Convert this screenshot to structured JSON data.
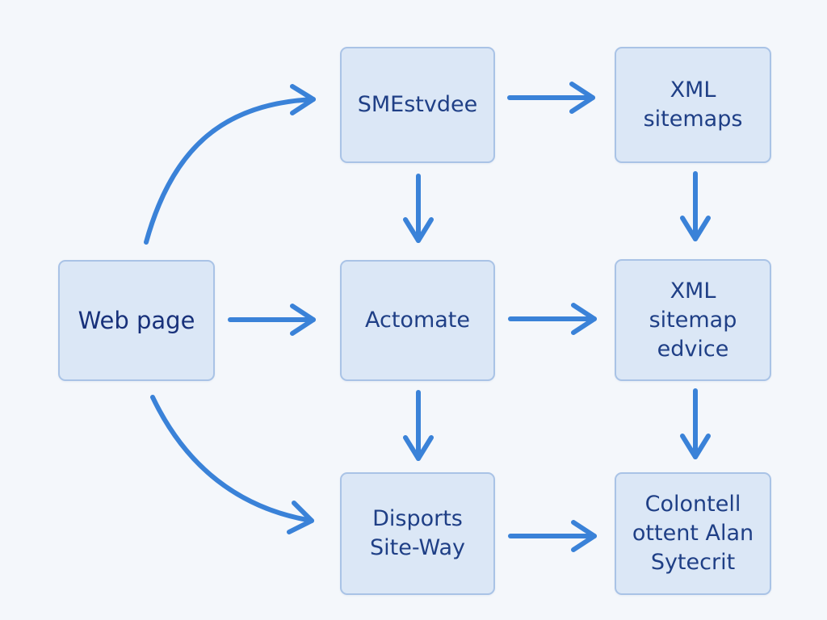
{
  "diagram": {
    "colors": {
      "arrow": "#3a82d8",
      "node_fill": "#dbe7f6",
      "node_border": "#a9c3e6",
      "text": "#1f3f86",
      "background": "#f4f7fb"
    },
    "nodes": {
      "smestvdee": {
        "label": "SMEstvdee"
      },
      "xml_sitemaps": {
        "label": "XML\nsitemaps"
      },
      "web_page": {
        "label": "Web page"
      },
      "actomate": {
        "label": "Actomate"
      },
      "xml_sitemap_edvice": {
        "label": "XML\nsitemap\nedvice"
      },
      "disports": {
        "label": "Disports\nSite-Way"
      },
      "colontell": {
        "label": "Colontell\nottent Alan\nSytecrit"
      }
    },
    "edges": [
      {
        "from": "web_page",
        "to": "smestvdee"
      },
      {
        "from": "web_page",
        "to": "actomate"
      },
      {
        "from": "web_page",
        "to": "disports"
      },
      {
        "from": "smestvdee",
        "to": "xml_sitemaps"
      },
      {
        "from": "smestvdee",
        "to": "actomate"
      },
      {
        "from": "xml_sitemaps",
        "to": "xml_sitemap_edvice"
      },
      {
        "from": "actomate",
        "to": "xml_sitemap_edvice"
      },
      {
        "from": "actomate",
        "to": "disports"
      },
      {
        "from": "xml_sitemap_edvice",
        "to": "colontell"
      },
      {
        "from": "disports",
        "to": "colontell"
      }
    ]
  }
}
